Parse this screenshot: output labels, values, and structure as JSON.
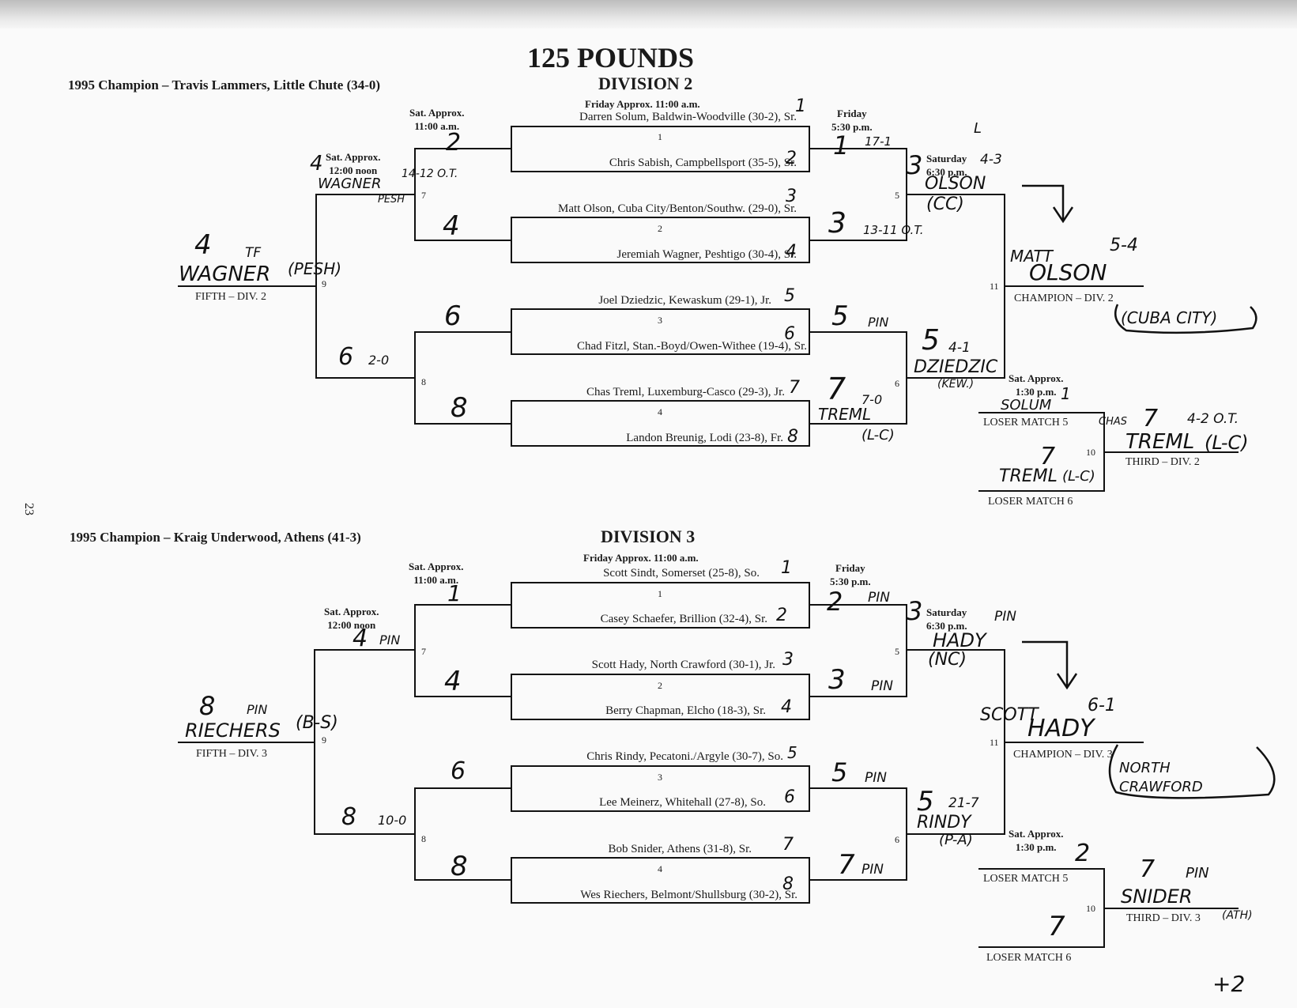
{
  "header": {
    "weight": "125  POUNDS",
    "page_number": "23"
  },
  "divisions": [
    {
      "name": "DIVISION 2",
      "prior_champion": "1995 Champion – Travis Lammers, Little Chute (34-0)",
      "first_round_time": "Friday Approx. 11:00 a.m.",
      "consolation_time": "Sat. Approx.\n11:00 a.m.",
      "fifth_time": "Sat. Approx.\n12:00 noon",
      "semi_time": "Friday\n5:30 p.m.",
      "final_time": "Saturday\n6:30 p.m.",
      "third_time": "Sat. Approx.\n1:30 p.m.",
      "entrants": [
        "Darren Solum, Baldwin-Woodville (30-2), Sr.",
        "Chris Sabish, Campbellsport (35-5), Sr.",
        "Matt Olson, Cuba City/Benton/Southw. (29-0), Sr.",
        "Jeremiah Wagner, Peshtigo (30-4), Sr.",
        "Joel Dziedzic, Kewaskum (29-1), Jr.",
        "Chad Fitzl, Stan.-Boyd/Owen-Withee (19-4), Sr.",
        "Chas Treml, Luxemburg-Casco (29-3), Jr.",
        "Landon Breunig, Lodi (23-8), Fr."
      ],
      "match_numbers": [
        "1",
        "2",
        "3",
        "4",
        "5",
        "6",
        "7",
        "8",
        "9",
        "10",
        "11"
      ],
      "labels": {
        "champion": "CHAMPION – DIV. 2",
        "third": "THIRD – DIV. 2",
        "fifth": "FIFTH – DIV. 2",
        "loser5": "LOSER MATCH 5",
        "loser6": "LOSER MATCH 6"
      },
      "handwriting": {
        "seeds": [
          "1",
          "2",
          "3",
          "4",
          "5",
          "6",
          "7",
          "8"
        ],
        "cons7_top": "2",
        "cons7_bot": "4",
        "cons8_top": "6",
        "cons8_bot": "8",
        "semi1": "1",
        "semi1_score": "17-1",
        "semi2": "3",
        "semi2_score": "13-11 O.T.",
        "semi3": "5",
        "semi3_score": "PIN",
        "semi4": "7",
        "semi4_score": "7-0",
        "semi4_name": "TREML",
        "semi4_school": "(L-C)",
        "m7_winner": "4",
        "m7_score": "14-12 O.T.",
        "m7_name": "WAGNER",
        "m7_school": "PESH",
        "m8_winner": "6",
        "m8_score": "2-0",
        "m9_winner": "4",
        "m9_score": "TF",
        "m9_name": "WAGNER",
        "m9_school": "(PESH)",
        "f5": "3",
        "f5_score": "4-3",
        "f5_name": "OLSON",
        "f5_school": "(CC)",
        "f5_mark": "L",
        "f6": "5",
        "f6_score": "4-1",
        "f6_name": "DZIEDZIC",
        "f6_school": "(KEW.)",
        "champ_first": "MATT",
        "champ_name": "OLSON",
        "champ_score": "5-4",
        "champ_school": "(CUBA CITY)",
        "l5_name": "SOLUM",
        "l5_mark": "1",
        "l6_seed": "7",
        "l6_name": "TREML",
        "l6_school": "(L-C)",
        "third_first": "CHAS",
        "third_seed": "7",
        "third_score": "4-2 O.T.",
        "third_name": "TREML",
        "third_school": "(L-C)"
      }
    },
    {
      "name": "DIVISION 3",
      "prior_champion": "1995 Champion – Kraig Underwood, Athens (41-3)",
      "first_round_time": "Friday Approx. 11:00 a.m.",
      "consolation_time": "Sat. Approx.\n11:00 a.m.",
      "fifth_time": "Sat. Approx.\n12:00 noon",
      "semi_time": "Friday\n5:30 p.m.",
      "final_time": "Saturday\n6:30 p.m.",
      "third_time": "Sat. Approx.\n1:30 p.m.",
      "entrants": [
        "Scott Sindt, Somerset (25-8), So.",
        "Casey Schaefer, Brillion (32-4), Sr.",
        "Scott Hady, North Crawford (30-1), Jr.",
        "Berry Chapman, Elcho (18-3), Sr.",
        "Chris Rindy, Pecatoni./Argyle (30-7), So.",
        "Lee Meinerz, Whitehall (27-8), So.",
        "Bob Snider, Athens (31-8), Sr.",
        "Wes Riechers, Belmont/Shullsburg (30-2), Sr."
      ],
      "match_numbers": [
        "1",
        "2",
        "3",
        "4",
        "5",
        "6",
        "7",
        "8",
        "9",
        "10",
        "11"
      ],
      "labels": {
        "champion": "CHAMPION – DIV. 3",
        "third": "THIRD – DIV. 3",
        "fifth": "FIFTH – DIV. 3",
        "loser5": "LOSER MATCH 5",
        "loser6": "LOSER MATCH 6"
      },
      "handwriting": {
        "seeds": [
          "1",
          "2",
          "3",
          "4",
          "5",
          "6",
          "7",
          "8"
        ],
        "cons7_top": "1",
        "cons7_bot": "4",
        "cons8_top": "6",
        "cons8_bot": "8",
        "semi1": "2",
        "semi1_score": "PIN",
        "semi2": "3",
        "semi2_score": "PIN",
        "semi3": "5",
        "semi3_score": "PIN",
        "semi4": "7",
        "semi4_score": "PIN",
        "semi4_name": "",
        "semi4_school": "",
        "m7_winner": "4",
        "m7_score": "PIN",
        "m7_name": "",
        "m7_school": "",
        "m8_winner": "8",
        "m8_score": "10-0",
        "m9_winner": "8",
        "m9_score": "PIN",
        "m9_name": "RIECHERS",
        "m9_school": "(B-S)",
        "f5": "3",
        "f5_score": "PIN",
        "f5_name": "HADY",
        "f5_school": "(NC)",
        "f5_mark": "",
        "f6": "5",
        "f6_score": "21-7",
        "f6_name": "RINDY",
        "f6_school": "(P-A)",
        "champ_first": "SCOTT",
        "champ_name": "HADY",
        "champ_score": "6-1",
        "champ_school": "NORTH CRAWFORD",
        "l5_name": "",
        "l5_mark": "2",
        "l6_seed": "7",
        "l6_name": "",
        "l6_school": "",
        "third_first": "",
        "third_seed": "7",
        "third_score": "PIN",
        "third_name": "SNIDER",
        "third_school": "(ATH)"
      }
    }
  ],
  "footer_mark": "+2"
}
